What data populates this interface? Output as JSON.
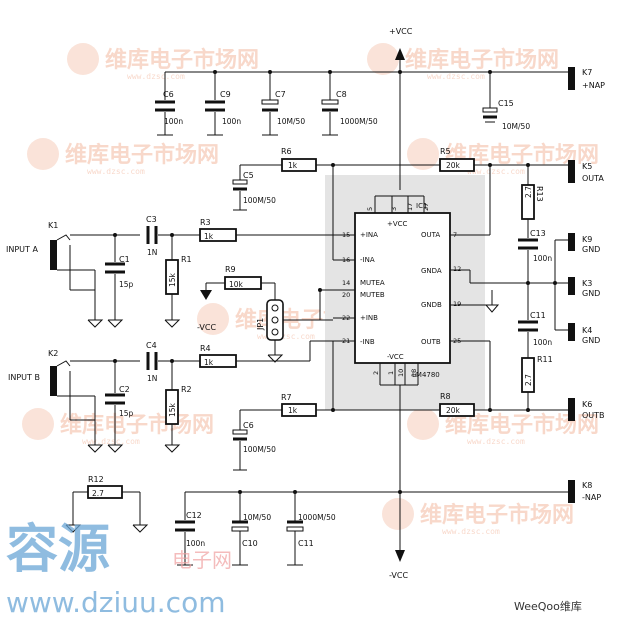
{
  "supply": {
    "pos": "+VCC",
    "neg": "-VCC"
  },
  "ic": {
    "ref": "IC1",
    "part": "LM4780",
    "pins_top": [
      "5",
      "3",
      "17",
      "27"
    ],
    "pins_bottom": [
      "2",
      "1",
      "10",
      "18"
    ],
    "pin_labels": {
      "vcc_top": "+VCC",
      "vcc_bottom": "-VCC",
      "inaP": "+INA",
      "inaN": "-INA",
      "mutea": "MUTEA",
      "muteb": "MUTEB",
      "inbP": "+INB",
      "inbN": "-INB",
      "outa": "OUTA",
      "gnda": "GNDA",
      "gndb": "GNDB",
      "outb": "OUTB"
    },
    "pin_nums": {
      "inaP": "15",
      "inaN": "16",
      "mutea": "14",
      "muteb": "20",
      "inbP": "22",
      "inbN": "21",
      "outa": "7",
      "gnda": "12",
      "gndb": "19",
      "outb": "25"
    }
  },
  "caps": {
    "c6": {
      "ref": "C6",
      "val": "100n"
    },
    "c9": {
      "ref": "C9",
      "val": "100n"
    },
    "c7": {
      "ref": "C7",
      "val": "10M/50"
    },
    "c8": {
      "ref": "C8",
      "val": "1000M/50"
    },
    "c15": {
      "ref": "C15",
      "val": "10M/50"
    },
    "c5": {
      "ref": "C5",
      "val": "100M/50"
    },
    "c3": {
      "ref": "C3",
      "val": "1N"
    },
    "c1": {
      "ref": "C1",
      "val": "15p"
    },
    "c4": {
      "ref": "C4",
      "val": "1N"
    },
    "c2": {
      "ref": "C2",
      "val": "15p"
    },
    "c13": {
      "ref": "C13",
      "val": "100n"
    },
    "c11": {
      "ref": "C11",
      "val": "100n"
    },
    "c6b": {
      "ref": "C6",
      "val": "100M/50"
    },
    "c12": {
      "ref": "C12",
      "val": "100n"
    },
    "c10": {
      "ref": "C10",
      "val": "10M/50"
    },
    "c11b": {
      "ref": "C11",
      "val": "1000M/50"
    }
  },
  "resistors": {
    "r6": {
      "ref": "R6",
      "val": "1k"
    },
    "r5": {
      "ref": "R5",
      "val": "20k"
    },
    "r3": {
      "ref": "R3",
      "val": "1k"
    },
    "r1": {
      "ref": "R1",
      "val": "15k"
    },
    "r9": {
      "ref": "R9",
      "val": "10k"
    },
    "r4": {
      "ref": "R4",
      "val": "1k"
    },
    "r2": {
      "ref": "R2",
      "val": "15k"
    },
    "r7": {
      "ref": "R7",
      "val": "1k"
    },
    "r8": {
      "ref": "R8",
      "val": "20k"
    },
    "r13": {
      "ref": "R13",
      "val": "2.7"
    },
    "r11": {
      "ref": "R11",
      "val": "2.7"
    },
    "r12": {
      "ref": "R12",
      "val": "2.7"
    }
  },
  "jumper": {
    "ref": "JP1"
  },
  "connectors": {
    "k1": {
      "ref": "K1",
      "label": "INPUT  A"
    },
    "k2": {
      "ref": "K2",
      "label": "INPUT  B"
    },
    "k7": {
      "ref": "K7",
      "label": "+NAP"
    },
    "k5": {
      "ref": "K5",
      "label": "OUTA"
    },
    "k9": {
      "ref": "K9",
      "label": "GND"
    },
    "k3": {
      "ref": "K3",
      "label": "GND"
    },
    "k4": {
      "ref": "K4",
      "label": "GND"
    },
    "k6": {
      "ref": "K6",
      "label": "OUTB"
    },
    "k8": {
      "ref": "K8",
      "label": "-NAP"
    }
  },
  "watermarks": {
    "tile_cn": "维库电子市场网",
    "tile_url": "www.dzsc.com",
    "big_cn": "容源",
    "small_cn": "电子网",
    "url": "www.dziuu.com",
    "brand": "WeeQoo维库"
  }
}
